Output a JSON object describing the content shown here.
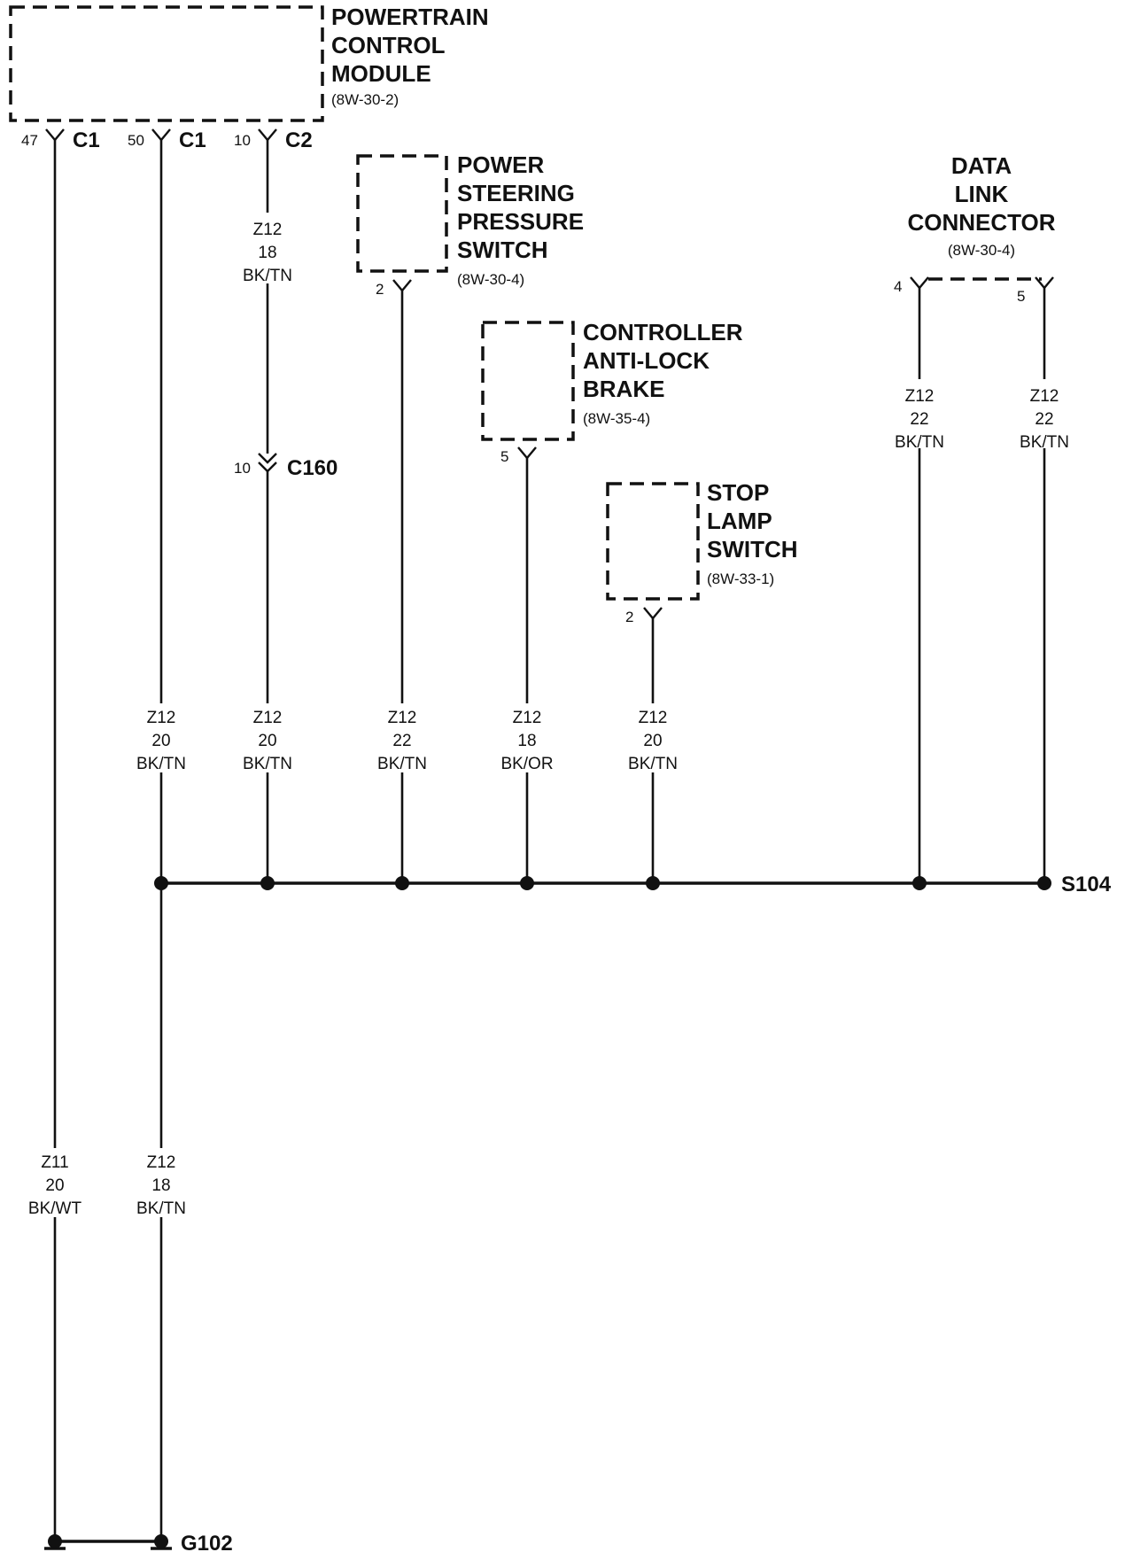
{
  "components": {
    "pcm": {
      "lines": [
        "POWERTRAIN",
        "CONTROL",
        "MODULE"
      ],
      "ref": "(8W-30-2)"
    },
    "pss": {
      "lines": [
        "POWER",
        "STEERING",
        "PRESSURE",
        "SWITCH"
      ],
      "ref": "(8W-30-4)"
    },
    "cab": {
      "lines": [
        "CONTROLLER",
        "ANTI-LOCK",
        "BRAKE"
      ],
      "ref": "(8W-35-4)"
    },
    "sls": {
      "lines": [
        "STOP",
        "LAMP",
        "SWITCH"
      ],
      "ref": "(8W-33-1)"
    },
    "dlc": {
      "lines": [
        "DATA",
        "LINK",
        "CONNECTOR"
      ],
      "ref": "(8W-30-4)"
    }
  },
  "pcm_pins": [
    {
      "pin": "47",
      "connector": "C1"
    },
    {
      "pin": "50",
      "connector": "C1"
    },
    {
      "pin": "10",
      "connector": "C2"
    }
  ],
  "pins": {
    "pss": "2",
    "cab": "5",
    "sls": "2",
    "dlc_a": "4",
    "dlc_b": "5"
  },
  "inline_connector": {
    "pin": "10",
    "name": "C160"
  },
  "wire_labels": {
    "pcm_c2_upper": [
      "Z12",
      "18",
      "BK/TN"
    ],
    "dlc_4": [
      "Z12",
      "22",
      "BK/TN"
    ],
    "dlc_5": [
      "Z12",
      "22",
      "BK/TN"
    ],
    "pcm_50": [
      "Z12",
      "20",
      "BK/TN"
    ],
    "pcm_c2_lower": [
      "Z12",
      "20",
      "BK/TN"
    ],
    "pss": [
      "Z12",
      "22",
      "BK/TN"
    ],
    "cab": [
      "Z12",
      "18",
      "BK/OR"
    ],
    "sls": [
      "Z12",
      "20",
      "BK/TN"
    ],
    "pcm_47": [
      "Z11",
      "20",
      "BK/WT"
    ],
    "ground_feed": [
      "Z12",
      "18",
      "BK/TN"
    ]
  },
  "splice": "S104",
  "ground": "G102"
}
